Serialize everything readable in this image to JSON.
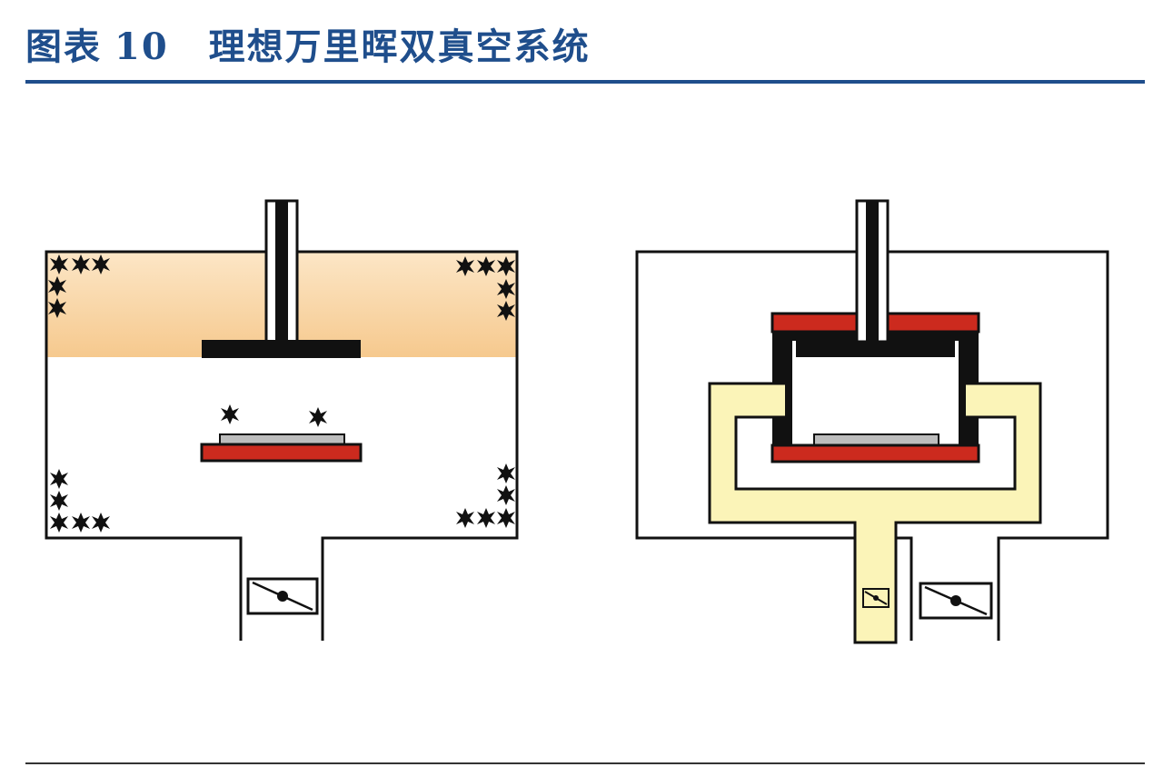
{
  "figure": {
    "label": "图表",
    "number": "10",
    "title": "理想万里晖双真空系统"
  },
  "colors": {
    "title_blue": "#1f4e8c",
    "outline": "#111111",
    "heater_red": "#cc2a1e",
    "inner_vacuum_yellow": "#fbf4b8",
    "contamination_orange": "#f6c98e",
    "substrate_gray": "#bdbdbd"
  }
}
